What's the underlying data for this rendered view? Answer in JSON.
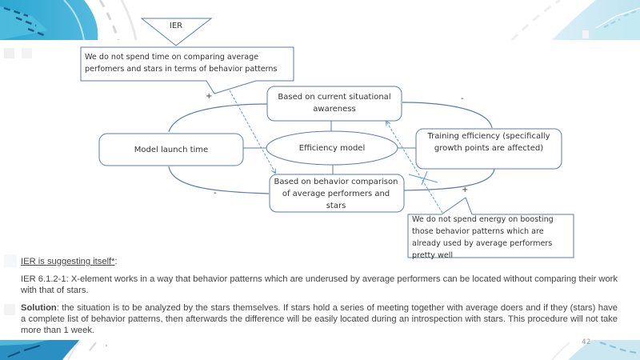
{
  "slide": {
    "page_number": "42"
  },
  "colors": {
    "stroke": "#5b7ea8",
    "dashed_arrow": "#5b9bd5",
    "text": "#333333",
    "body_text": "#444444",
    "accent_blue": "#2f9ecf",
    "accent_light": "#bfe4f2"
  },
  "diagram": {
    "ier_triangle_label": "IER",
    "top_callout": "We do not spend time on comparing average perfomers and stars in terms of behavior patterns",
    "nodes": {
      "model_launch_time": "Model launch time",
      "efficiency_model": "Efficiency model",
      "situational_awareness": "Based on current situational awareness",
      "behavior_comparison": "Based on behavior comparison of average performers and stars",
      "training_efficiency": "Training efficiency (specifically growth points are affected)"
    },
    "bottom_callout": "We do not spend energy on boosting those behavior patterns which are already used by average performers pretty well",
    "signs": {
      "top_left": "+",
      "top_right": "-",
      "bottom_left": "-",
      "bottom_right": "+"
    }
  },
  "body": {
    "heading": "IER is suggesting itself*",
    "heading_suffix": ":",
    "paragraph1": "IER 6.1.2-1: X-element works in a way that behavior patterns which are underused by average performers can be located without comparing their work with that of stars.",
    "solution_label": "Solution",
    "solution_text": ": the situation is to be analyzed by the stars themselves. If stars hold a series of meeting together with average doers and if they (stars) have a complete list of behavior patterns, then afterwards the difference will be easily located during an introspection with stars. This procedure will not take more than 1 week."
  }
}
